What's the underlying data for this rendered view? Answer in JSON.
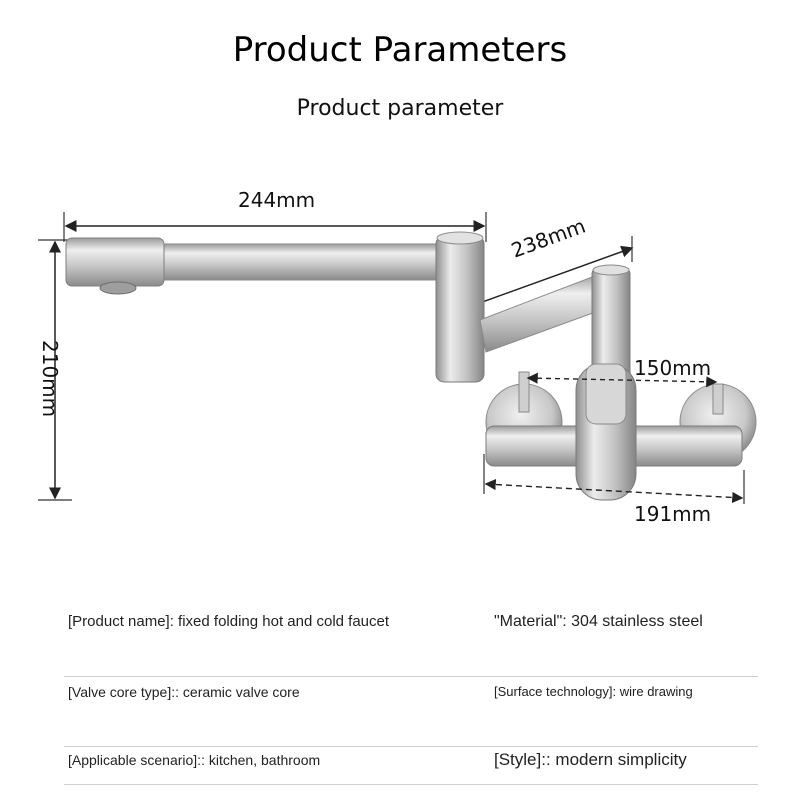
{
  "header": {
    "title": "Product Parameters",
    "subtitle": "Product parameter"
  },
  "dimensions": {
    "spout_length": "244mm",
    "arm_length": "238mm",
    "center_distance": "150mm",
    "base_width": "191mm",
    "height": "210mm"
  },
  "specs": [
    {
      "left": "[Product name]: fixed folding hot and cold faucet",
      "right": "\"Material\": 304 stainless steel"
    },
    {
      "left": "[Valve core type]:: ceramic valve core",
      "right": "[Surface technology]: wire drawing"
    },
    {
      "left": "[Applicable scenario]:: kitchen, bathroom",
      "right": "[Style]:: modern simplicity"
    }
  ],
  "colors": {
    "steel_light": "#e6e6e6",
    "steel_mid": "#b9b9b9",
    "steel_dark": "#7d7d7d",
    "divider": "#cfcfcf"
  }
}
